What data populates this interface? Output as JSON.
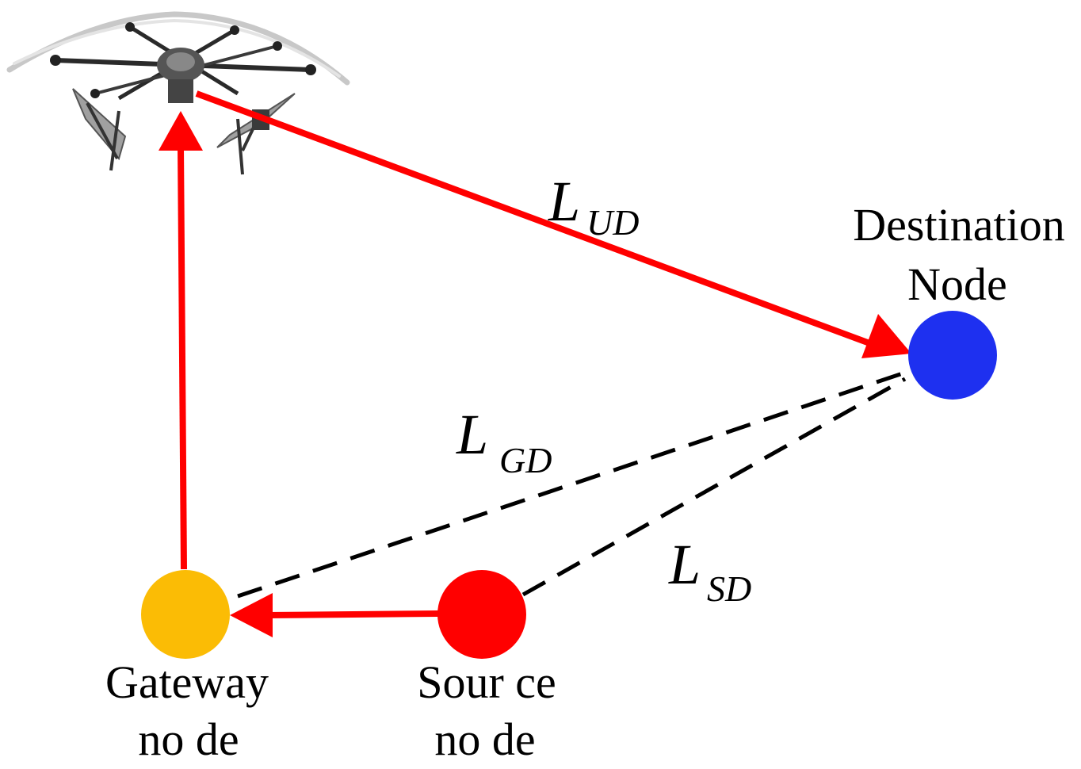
{
  "colors": {
    "link": "#ff0000",
    "dashed_link": "#000000",
    "destination_node": "#1e30f0",
    "source_node": "#ff0000",
    "gateway_node": "#fbbc05"
  },
  "nodes": {
    "uav": {
      "icon": "uav-drone-icon"
    },
    "destination": {
      "label_line1": "Destination",
      "label_line2": "Node"
    },
    "gateway": {
      "label_line1": "Gateway",
      "label_line2": "no de"
    },
    "source": {
      "label_line1": "Sour ce",
      "label_line2": "no de"
    }
  },
  "links": {
    "ud": {
      "main": "L",
      "sub": "UD"
    },
    "gd": {
      "main": "L",
      "sub": "GD"
    },
    "sd": {
      "main": "L",
      "sub": "SD"
    }
  }
}
